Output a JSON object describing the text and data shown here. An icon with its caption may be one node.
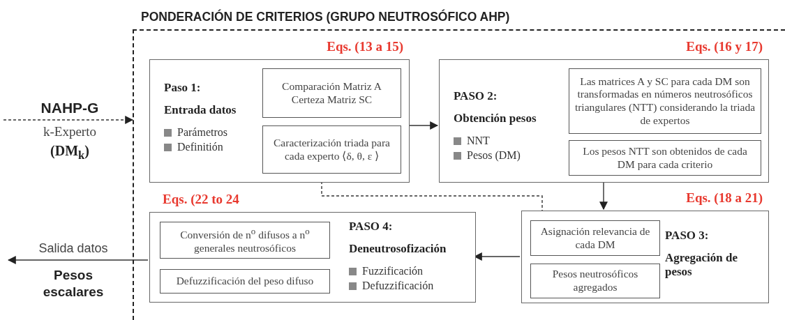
{
  "diagram": {
    "nodes": [
      {
        "text": [
          "PONDERACIÓN DE CRITERIOS (GRUPO NEUTROSÓFICO AHP)"
        ]
      },
      {
        "text": [
          "Paso 1:",
          "Entrada datos",
          "Parámetros",
          "Definitión"
        ],
        "in": 0,
        "beside": [
          "Eqs. (13 a 15)"
        ]
      },
      {
        "text": [
          "Comparación Matriz A Certeza Matriz SC"
        ],
        "in": 1
      },
      {
        "text": [
          "Caracterización triada para cada experto ⟨δ, θ, ε ⟩"
        ],
        "in": 1
      },
      {
        "text": [
          "PASO 2:",
          "Obtención pesos",
          "NNT",
          "Pesos (DM)"
        ],
        "in": 0,
        "beside": [
          "Eqs. (16 y 17)"
        ]
      },
      {
        "text": [
          "Las matrices A y SC para cada DM son transformadas en números neutrosóficos triangulares (NTT) considerando la triada de expertos"
        ],
        "in": 4
      },
      {
        "text": [
          "Los pesos NTT son obtenidos de cada DM para cada criterio"
        ],
        "in": 4
      },
      {
        "text": [
          "PASO 3:",
          "Agregación de pesos"
        ],
        "in": 0,
        "beside": [
          "Eqs. (18 a 21)"
        ]
      },
      {
        "text": [
          "Asignación relevancia de cada DM"
        ],
        "in": 7
      },
      {
        "text": [
          "Pesos neutrosóficos agregados"
        ],
        "in": 7
      },
      {
        "text": [
          "PASO 4:",
          "Deneutrosofización",
          "Fuzzificación",
          "Defuzzificación"
        ],
        "in": 0,
        "beside": [
          "Eqs. (22 to 24"
        ]
      },
      {
        "text": [
          "Conversión de n$^{o}$ difusos a n$^{o}$ generales neutrosóficos"
        ],
        "in": 10
      },
      {
        "text": [
          "Defuzzificación del peso difuso"
        ],
        "in": 10
      }
    ],
    "edges": [
      {
        "from": null,
        "to": 0,
        "arrow": "to",
        "style": "dashed"
      },
      {
        "from": 1,
        "to": 4,
        "arrow": "to"
      },
      {
        "from": 4,
        "to": 7,
        "arrow": "to"
      },
      {
        "from": 3,
        "to": 8,
        "arrow": "to",
        "style": "dashed"
      },
      {
        "from": 7,
        "to": 10,
        "arrow": "to"
      },
      {
        "from": 10,
        "to": null,
        "arrow": "to"
      }
    ],
    "labels": [
      "NAHP-G",
      "k-Experto",
      "(DM$_{k}$)",
      "Salida datos",
      "Pesos escalares"
    ]
  }
}
